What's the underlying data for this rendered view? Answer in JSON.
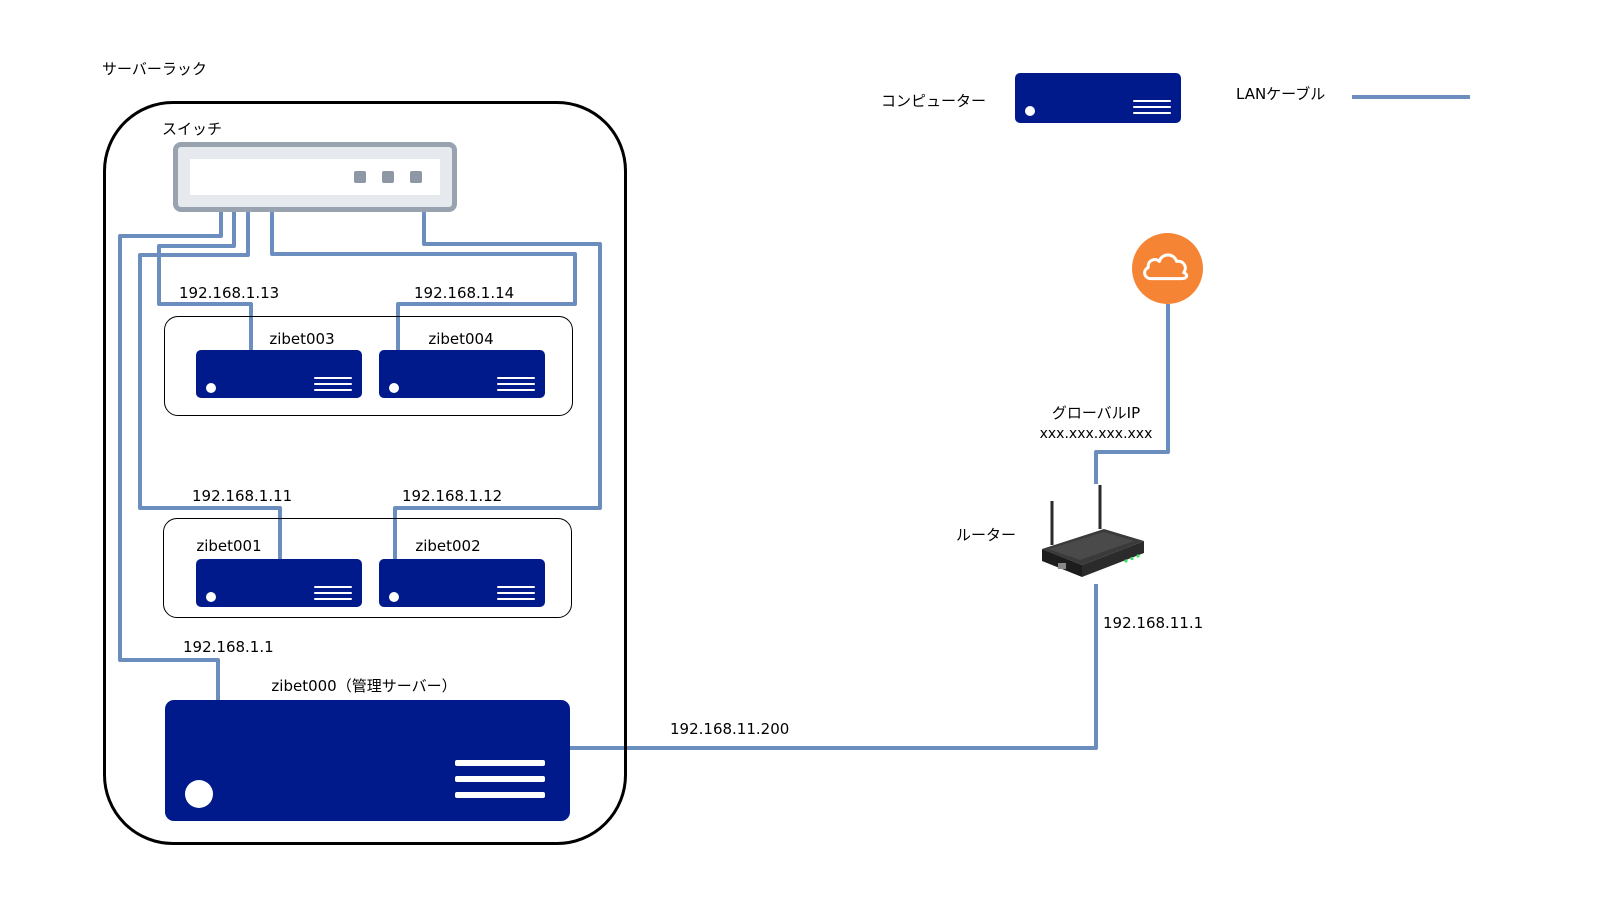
{
  "rack": {
    "label": "サーバーラック"
  },
  "switch": {
    "label": "スイッチ"
  },
  "legend": {
    "computer_label": "コンピューター",
    "cable_label": "LANケーブル",
    "cable_color": "#6c8ebf",
    "computer_color": "#001a8c"
  },
  "servers": {
    "zibet000": {
      "name": "zibet000（管理サーバー）",
      "ip": "192.168.1.1",
      "ip_wan": "192.168.11.200"
    },
    "zibet001": {
      "name": "zibet001",
      "ip": "192.168.1.11"
    },
    "zibet002": {
      "name": "zibet002",
      "ip": "192.168.1.12"
    },
    "zibet003": {
      "name": "zibet003",
      "ip": "192.168.1.13"
    },
    "zibet004": {
      "name": "zibet004",
      "ip": "192.168.1.14"
    }
  },
  "router": {
    "label": "ルーター",
    "ip": "192.168.11.1"
  },
  "internet": {
    "global_ip_label": "グローバルIP",
    "global_ip": "xxx.xxx.xxx.xxx",
    "cloud_color": "#f58534",
    "icon": "cloud-icon"
  }
}
